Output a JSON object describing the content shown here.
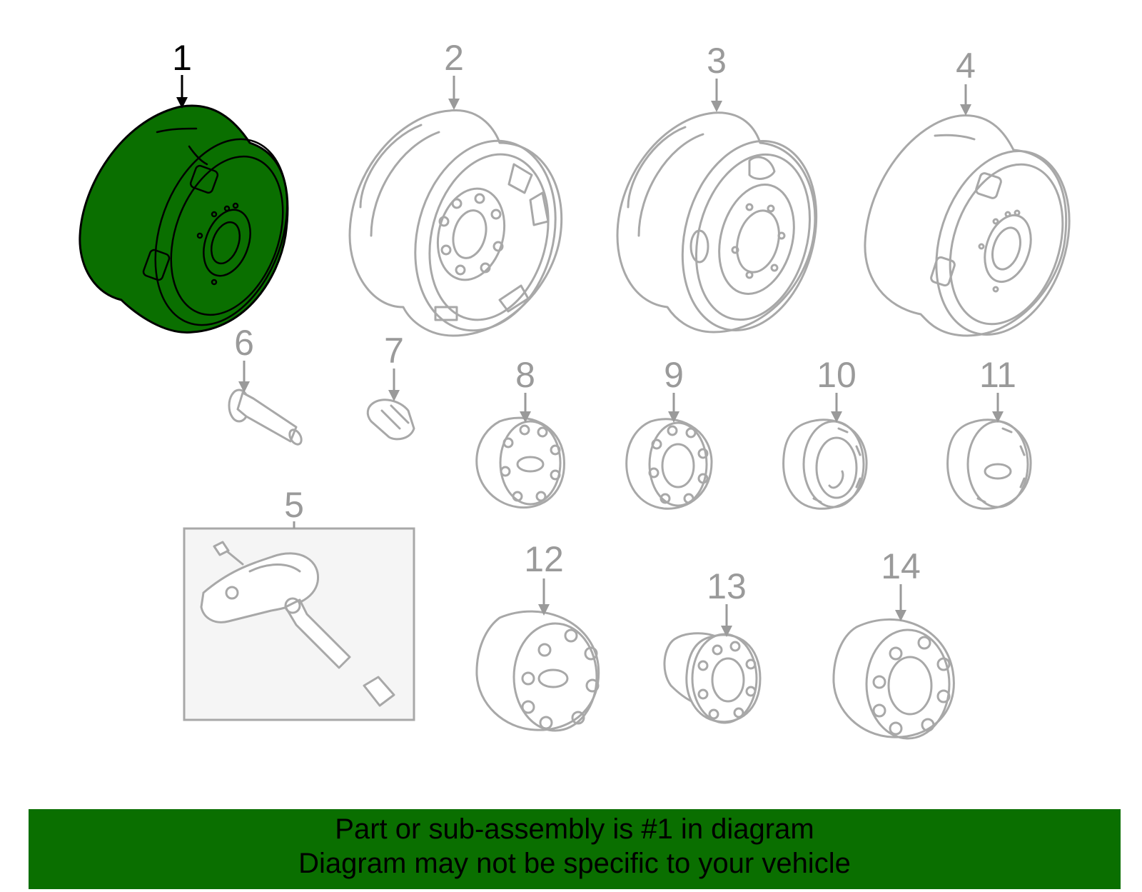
{
  "diagram": {
    "highlighted_part": "1",
    "highlight_color": "#0a6f00",
    "line_color": "#a8a8a8",
    "callouts": [
      "1",
      "2",
      "3",
      "4",
      "5",
      "6",
      "7",
      "8",
      "9",
      "10",
      "11",
      "12",
      "13",
      "14"
    ]
  },
  "footer": {
    "line1": "Part or sub-assembly is #1 in diagram",
    "line2": "Diagram may not be specific to your vehicle",
    "background": "#0a6f00"
  }
}
